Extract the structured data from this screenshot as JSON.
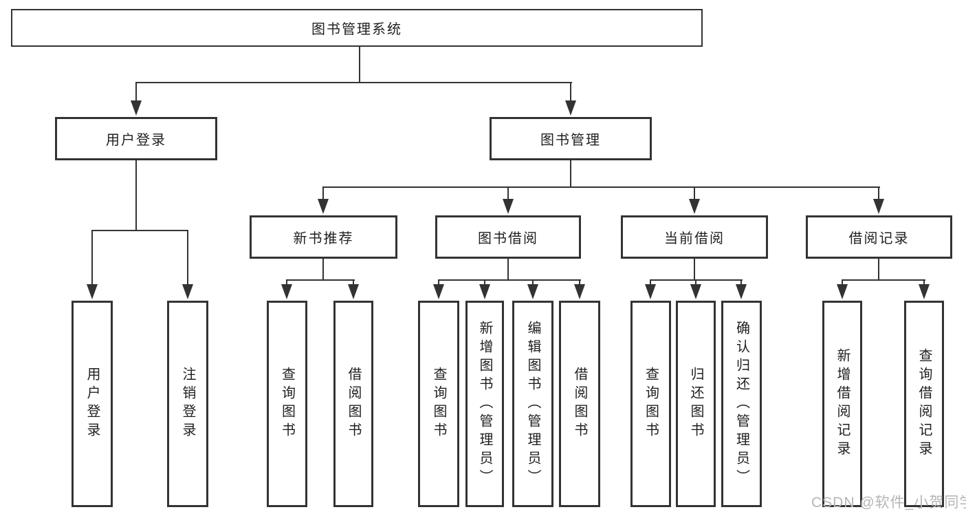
{
  "diagram": {
    "watermark": "CSDN @软件_小贺同学",
    "colors": {
      "line": "#333333",
      "text": "#1f1f1f",
      "watermark": "#b5b5b5",
      "background": "#ffffff"
    },
    "tree": {
      "label": "图书管理系统",
      "children": [
        {
          "label": "用户登录",
          "children": [
            {
              "label": "用户登录"
            },
            {
              "label": "注销登录"
            }
          ]
        },
        {
          "label": "图书管理",
          "children": [
            {
              "label": "新书推荐",
              "children": [
                {
                  "label": "查询图书"
                },
                {
                  "label": "借阅图书"
                }
              ]
            },
            {
              "label": "图书借阅",
              "children": [
                {
                  "label": "查询图书"
                },
                {
                  "label": "新增图书（管理员）"
                },
                {
                  "label": "编辑图书（管理员）"
                },
                {
                  "label": "借阅图书"
                }
              ]
            },
            {
              "label": "当前借阅",
              "children": [
                {
                  "label": "查询图书"
                },
                {
                  "label": "归还图书"
                },
                {
                  "label": "确认归还（管理员）"
                }
              ]
            },
            {
              "label": "借阅记录",
              "children": [
                {
                  "label": "新增借阅记录"
                },
                {
                  "label": "查询借阅记录"
                }
              ]
            }
          ]
        }
      ]
    }
  }
}
